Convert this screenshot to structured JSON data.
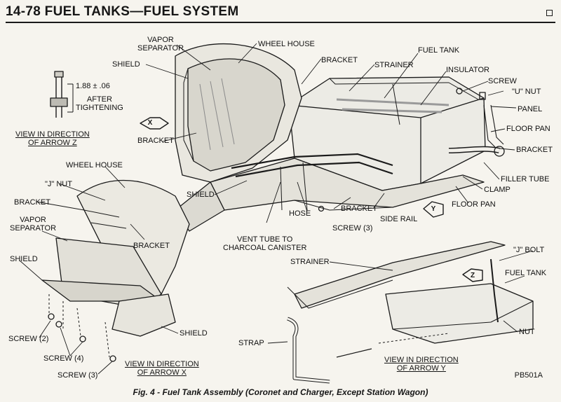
{
  "header": {
    "title": "14-78 FUEL TANKS—FUEL SYSTEM"
  },
  "labels": {
    "vapor_separator_top": "VAPOR\nSEPARATOR",
    "shield_top": "SHIELD",
    "wheel_house_top": "WHEEL HOUSE",
    "bracket_top": "BRACKET",
    "strainer_top": "STRAINER",
    "fuel_tank_top": "FUEL TANK",
    "insulator": "INSULATOR",
    "screw_top": "SCREW",
    "u_nut": "\"U\" NUT",
    "panel": "PANEL",
    "floor_pan_right": "FLOOR PAN",
    "bracket_right": "BRACKET",
    "filler_tube": "FILLER TUBE",
    "clamp": "CLAMP",
    "floor_pan_lower": "FLOOR PAN",
    "bracket_left": "BRACKET",
    "shield_mid": "SHIELD",
    "hose": "HOSE",
    "bracket_mid": "BRACKET",
    "side_rail": "SIDE RAIL",
    "screw_3_mid": "SCREW (3)",
    "vent_tube": "VENT TUBE TO\nCHARCOAL CANISTER",
    "measure": "1.88 ± .06",
    "after_tightening": "AFTER\nTIGHTENING",
    "view_z": "VIEW IN DIRECTION\nOF ARROW Z",
    "wheel_house_x": "WHEEL HOUSE",
    "j_nut": "\"J\" NUT",
    "bracket_x1": "BRACKET",
    "vapor_separator_x": "VAPOR\nSEPARATOR",
    "bracket_x2": "BRACKET",
    "shield_x1": "SHIELD",
    "screw_2": "SCREW (2)",
    "screw_4": "SCREW (4)",
    "screw_3_x": "SCREW (3)",
    "shield_x2": "SHIELD",
    "view_x": "VIEW IN DIRECTION\nOF ARROW X",
    "strainer_y": "STRAINER",
    "j_bolt": "\"J\" BOLT",
    "fuel_tank_y": "FUEL TANK",
    "nut": "NUT",
    "strap": "STRAP",
    "view_y": "VIEW IN DIRECTION\nOF ARROW Y",
    "ref_code": "PB501A"
  },
  "arrows": {
    "x": "X",
    "y": "Y",
    "z": "Z"
  },
  "caption": "Fig. 4 - Fuel Tank Assembly (Coronet and Charger, Except Station Wagon)",
  "colors": {
    "ink": "#1a1a1a",
    "paper": "#f6f4ee",
    "shade": "#9a9a9a"
  }
}
